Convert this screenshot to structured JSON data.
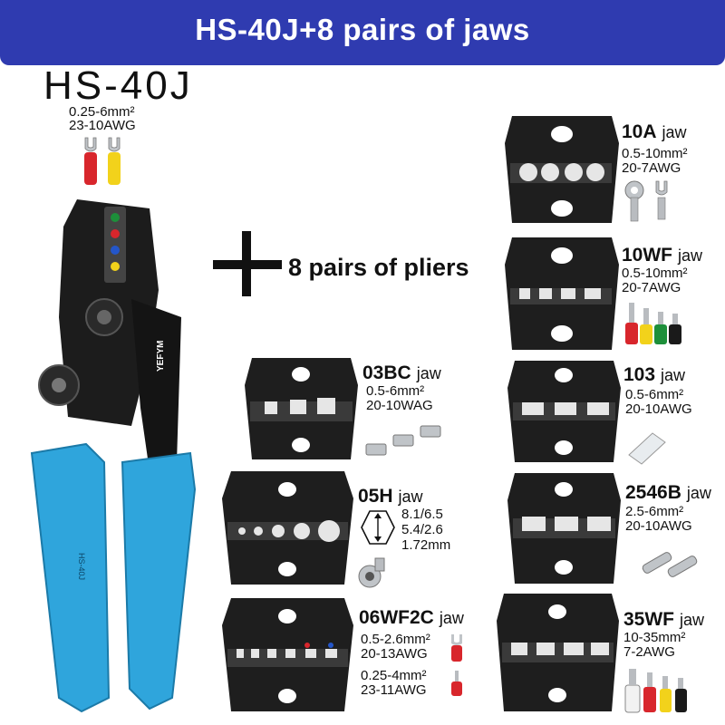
{
  "banner": {
    "title": "HS-40J+8 pairs of jaws",
    "color": "#2f3bb0"
  },
  "product": {
    "name": "HS-40J",
    "spec_line1": "0.25-6mm²",
    "spec_line2": "23-10AWG",
    "handle_brand": "YEFYM",
    "handle_model": "HS-40J",
    "handle_color": "#2fa5dc"
  },
  "plus_label": "8 pairs of pliers",
  "jaws": [
    {
      "code": "10A",
      "suffix": "jaw",
      "lines": [
        "0.5-10mm²",
        "20-7AWG"
      ]
    },
    {
      "code": "10WF",
      "suffix": "jaw",
      "lines": [
        "0.5-10mm²",
        "20-7AWG"
      ]
    },
    {
      "code": "03BC",
      "suffix": "jaw",
      "lines": [
        "0.5-6mm²",
        "20-10WAG"
      ]
    },
    {
      "code": "103",
      "suffix": "jaw",
      "lines": [
        "0.5-6mm²",
        "20-10AWG"
      ]
    },
    {
      "code": "05H",
      "suffix": "jaw",
      "lines": [
        "8.1/6.5",
        "5.4/2.6",
        "1.72mm"
      ]
    },
    {
      "code": "2546B",
      "suffix": "jaw",
      "lines": [
        "2.5-6mm²",
        "20-10AWG"
      ]
    },
    {
      "code": "06WF2C",
      "suffix": "jaw",
      "lines": [
        "0.5-2.6mm²",
        "20-13AWG",
        "0.25-4mm²",
        "23-11AWG"
      ]
    },
    {
      "code": "35WF",
      "suffix": "jaw",
      "lines": [
        "10-35mm²",
        "7-2AWG"
      ]
    }
  ],
  "terminal_colors": {
    "red": "#d8262c",
    "yellow": "#f2d21b",
    "green": "#1d8f3a",
    "black": "#1a1a1a",
    "silver": "#b9bcc0"
  }
}
